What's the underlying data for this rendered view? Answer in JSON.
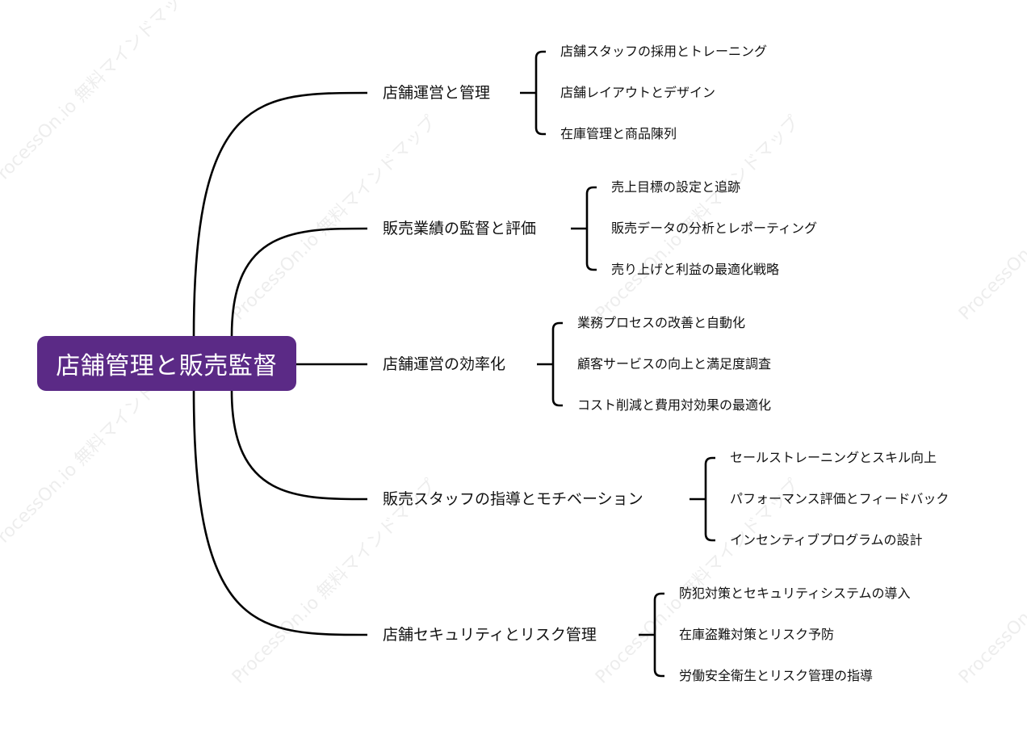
{
  "colors": {
    "central_bg": "#5b2a86",
    "line": "#000000",
    "text": "#111111"
  },
  "central": {
    "label": "店舗管理と販売監督"
  },
  "branches": [
    {
      "label": "店舗運営と管理",
      "children": [
        "店舗スタッフの採用とトレーニング",
        "店舗レイアウトとデザイン",
        "在庫管理と商品陳列"
      ]
    },
    {
      "label": "販売業績の監督と評価",
      "children": [
        "売上目標の設定と追跡",
        "販売データの分析とレポーティング",
        "売り上げと利益の最適化戦略"
      ]
    },
    {
      "label": "店舗運営の効率化",
      "children": [
        "業務プロセスの改善と自動化",
        "顧客サービスの向上と満足度調査",
        "コスト削減と費用対効果の最適化"
      ]
    },
    {
      "label": "販売スタッフの指導とモチベーション",
      "children": [
        "セールストレーニングとスキル向上",
        "パフォーマンス評価とフィードバック",
        "インセンティブプログラムの設計"
      ]
    },
    {
      "label": "店舗セキュリティとリスク管理",
      "children": [
        "防犯対策とセキュリティシステムの導入",
        "在庫盗難対策とリスク予防",
        "労働安全衛生とリスク管理の指導"
      ]
    }
  ],
  "watermark": "ProcessOn.io 無料マインドマップ"
}
